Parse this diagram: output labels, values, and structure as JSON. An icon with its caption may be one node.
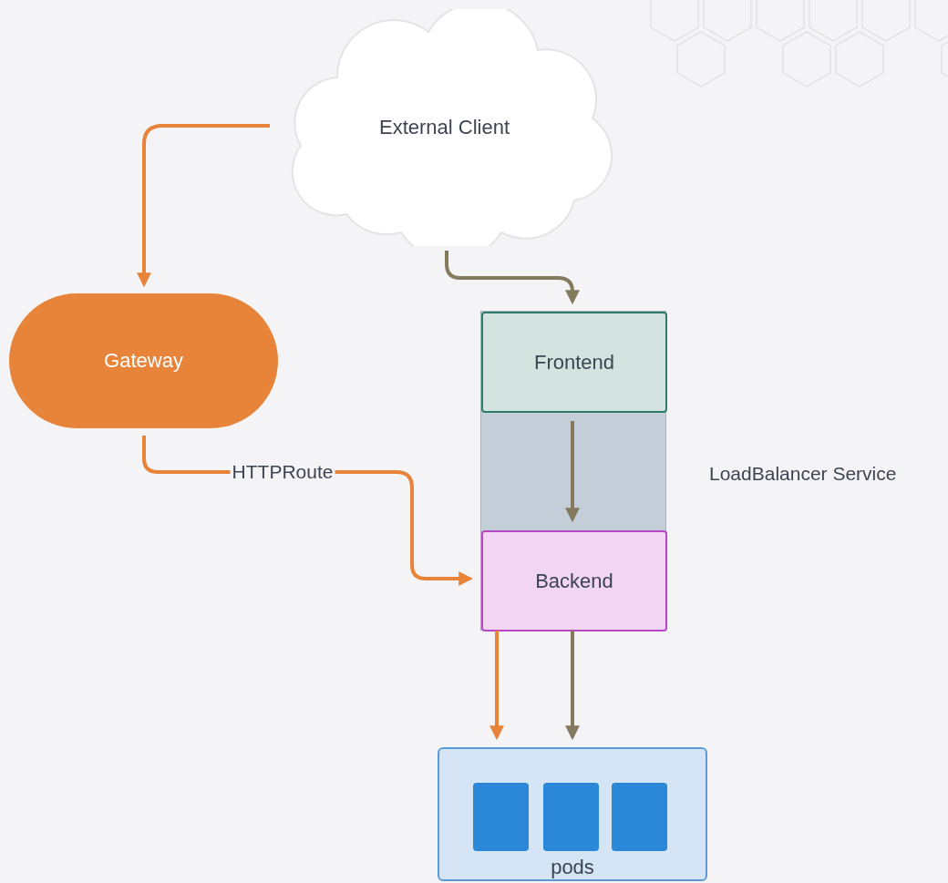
{
  "diagram": {
    "nodes": [
      {
        "text": [
          "External Client"
        ]
      },
      {
        "text": [
          "Gateway"
        ]
      },
      {
        "text": [],
        "shape": "box",
        "beside": [
          "LoadBalancer Service"
        ]
      },
      {
        "text": [
          "Frontend"
        ],
        "in": 2
      },
      {
        "text": [
          "Backend"
        ],
        "in": 2
      },
      {
        "text": [
          "pods"
        ]
      },
      {
        "text": [],
        "shape": "box",
        "in": 5
      },
      {
        "text": [],
        "shape": "box",
        "in": 5
      },
      {
        "text": [],
        "shape": "box",
        "in": 5
      }
    ],
    "edges": [
      {
        "from": 0,
        "to": 1,
        "arrow": "to",
        "color": "#e8843a"
      },
      {
        "from": 0,
        "to": 3,
        "arrow": "to",
        "color": "#857a5e"
      },
      {
        "from": 1,
        "to": 4,
        "arrow": "to",
        "label": "HTTPRoute",
        "color": "#e8843a"
      },
      {
        "from": 3,
        "to": 4,
        "arrow": "to",
        "color": "#857a5e"
      },
      {
        "from": 4,
        "to": 5,
        "arrow": "to",
        "color": "#e8843a"
      },
      {
        "from": 4,
        "to": 5,
        "arrow": "to",
        "color": "#857a5e"
      }
    ]
  }
}
